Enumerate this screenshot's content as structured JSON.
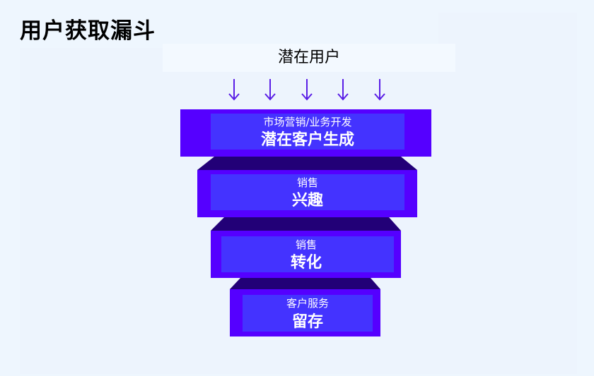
{
  "title": "用户获取漏斗",
  "top_label": "潜在用户",
  "colors": {
    "outer": "#5500ff",
    "inner": "#4433ff",
    "connector": "#220077",
    "arrow": "#5a1ee6"
  },
  "stages": [
    {
      "team": "市场营销/业务开发",
      "stage": "潜在客户生成"
    },
    {
      "team": "销售",
      "stage": "兴趣"
    },
    {
      "team": "销售",
      "stage": "转化"
    },
    {
      "team": "客户服务",
      "stage": "留存"
    }
  ]
}
